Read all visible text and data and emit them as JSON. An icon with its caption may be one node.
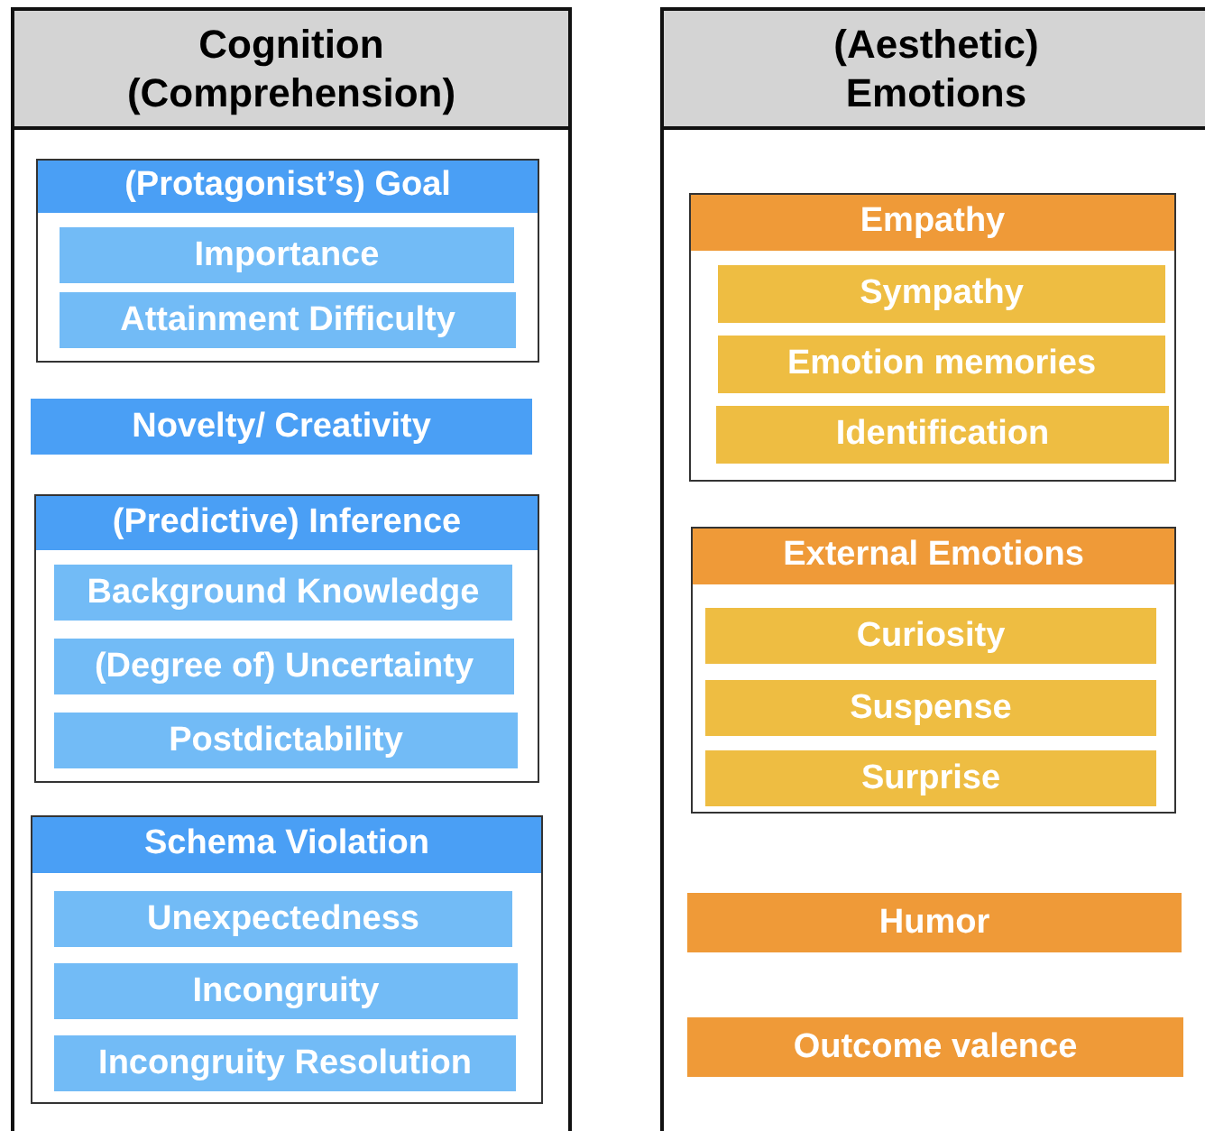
{
  "diagram": {
    "nodes": [
      {
        "text": [
          "Cognition (Comprehension)"
        ]
      },
      {
        "text": [
          "(Protagonist’s) Goal"
        ],
        "in": 0
      },
      {
        "text": [
          "Importance"
        ],
        "in": 1
      },
      {
        "text": [
          "Attainment Difficulty"
        ],
        "in": 1
      },
      {
        "text": [
          "Novelty/ Creativity"
        ],
        "in": 0
      },
      {
        "text": [
          "(Predictive) Inference"
        ],
        "in": 0
      },
      {
        "text": [
          "Background Knowledge"
        ],
        "in": 5
      },
      {
        "text": [
          "(Degree of) Uncertainty"
        ],
        "in": 5
      },
      {
        "text": [
          "Postdictability"
        ],
        "in": 5
      },
      {
        "text": [
          "Schema Violation"
        ],
        "in": 0
      },
      {
        "text": [
          "Unexpectedness"
        ],
        "in": 9
      },
      {
        "text": [
          "Incongruity"
        ],
        "in": 9
      },
      {
        "text": [
          "Incongruity Resolution"
        ],
        "in": 9
      },
      {
        "text": [
          "(Aesthetic) Emotions"
        ]
      },
      {
        "text": [
          "Empathy"
        ],
        "in": 13
      },
      {
        "text": [
          "Sympathy"
        ],
        "in": 14
      },
      {
        "text": [
          "Emotion memories"
        ],
        "in": 14
      },
      {
        "text": [
          "Identification"
        ],
        "in": 14
      },
      {
        "text": [
          "External Emotions"
        ],
        "in": 13
      },
      {
        "text": [
          "Curiosity"
        ],
        "in": 18
      },
      {
        "text": [
          "Suspense"
        ],
        "in": 18
      },
      {
        "text": [
          "Surprise"
        ],
        "in": 18
      },
      {
        "text": [
          "Humor"
        ],
        "in": 13
      },
      {
        "text": [
          "Outcome valence"
        ],
        "in": 13
      }
    ],
    "edges": []
  }
}
